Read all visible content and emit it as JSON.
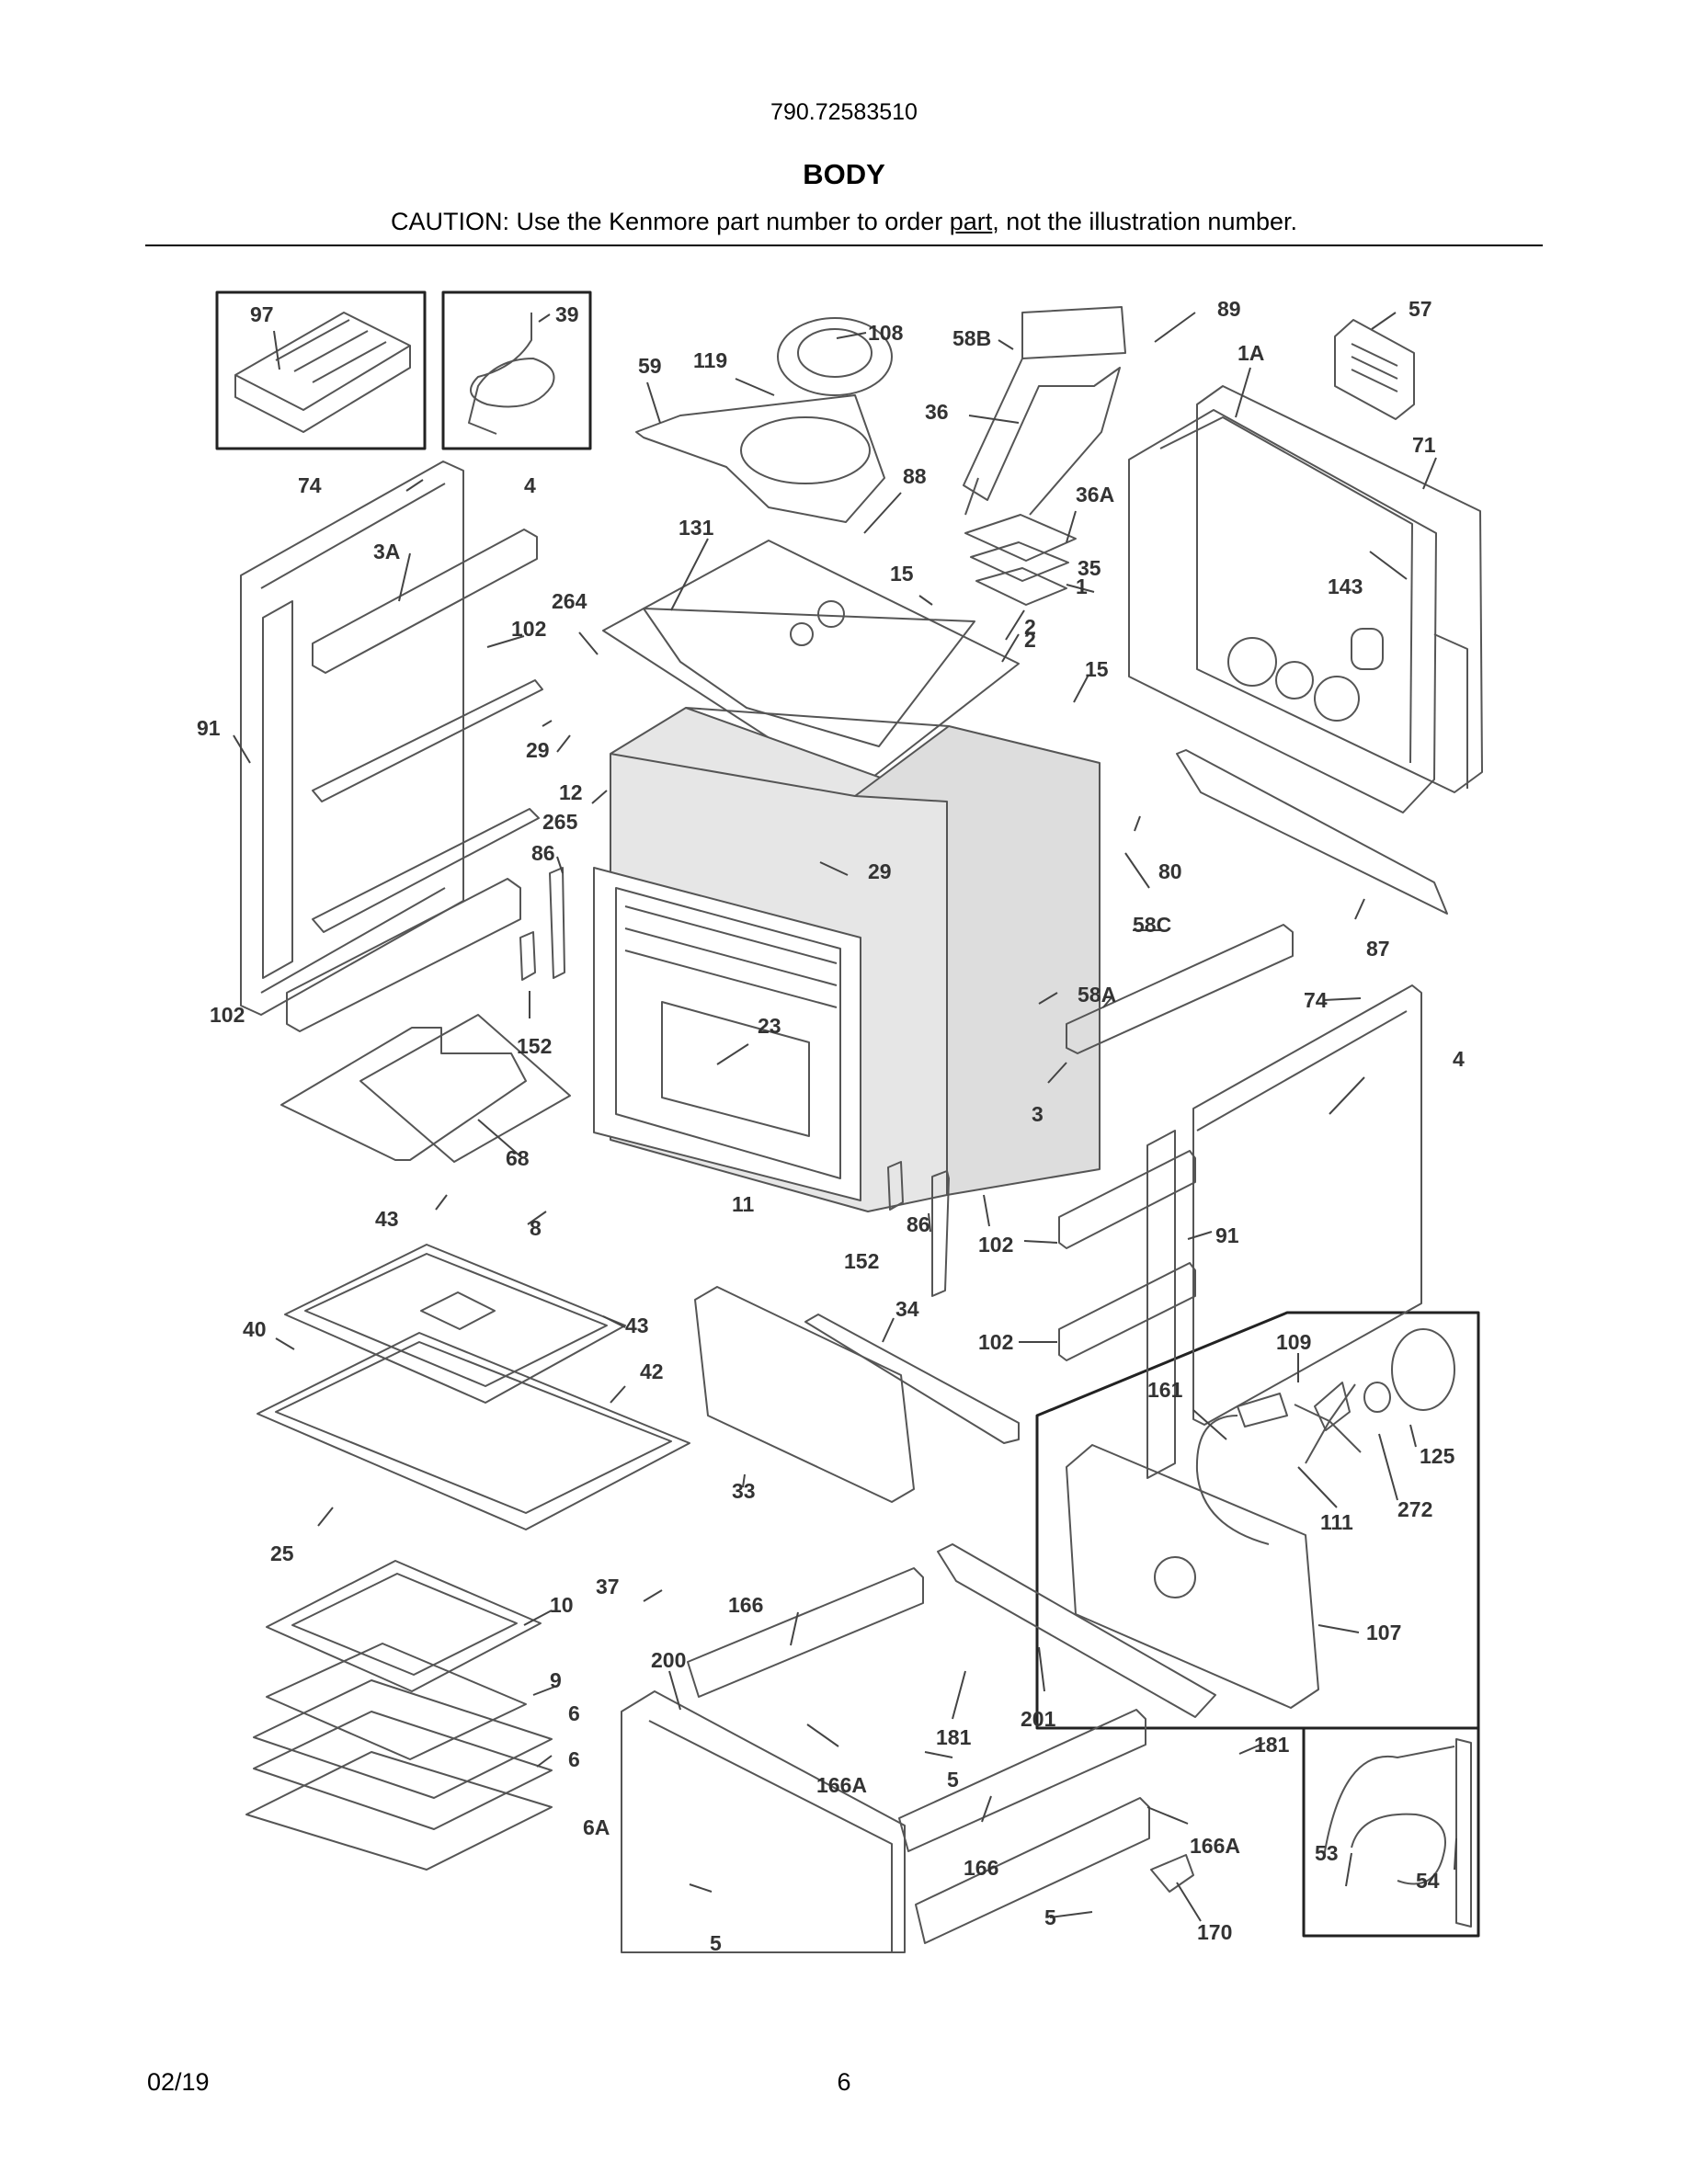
{
  "header": {
    "model_number": "790.72583510",
    "section_title": "BODY",
    "caution_prefix": "CAUTION: Use the Kenmore part number to order ",
    "caution_link": "part",
    "caution_suffix": ", not the illustration number."
  },
  "footer": {
    "date": "02/19",
    "page_number": "6"
  },
  "diagram": {
    "callouts": [
      "97",
      "39",
      "108",
      "119",
      "59",
      "89",
      "57",
      "58B",
      "1A",
      "36",
      "71",
      "74",
      "4",
      "88",
      "36A",
      "131",
      "3A",
      "35",
      "143",
      "1",
      "15",
      "264",
      "102",
      "2",
      "2",
      "15",
      "91",
      "29",
      "12",
      "265",
      "80",
      "86",
      "29",
      "58C",
      "87",
      "102",
      "58A",
      "74",
      "152",
      "23",
      "4",
      "68",
      "3",
      "91",
      "43",
      "8",
      "11",
      "86",
      "152",
      "102",
      "43",
      "34",
      "40",
      "109",
      "102",
      "42",
      "161",
      "125",
      "33",
      "111",
      "272",
      "25",
      "37",
      "10",
      "166",
      "107",
      "200",
      "9",
      "201",
      "6",
      "181",
      "181",
      "5",
      "6",
      "166A",
      "6A",
      "166",
      "166A",
      "53",
      "54",
      "5",
      "170",
      "5"
    ]
  }
}
